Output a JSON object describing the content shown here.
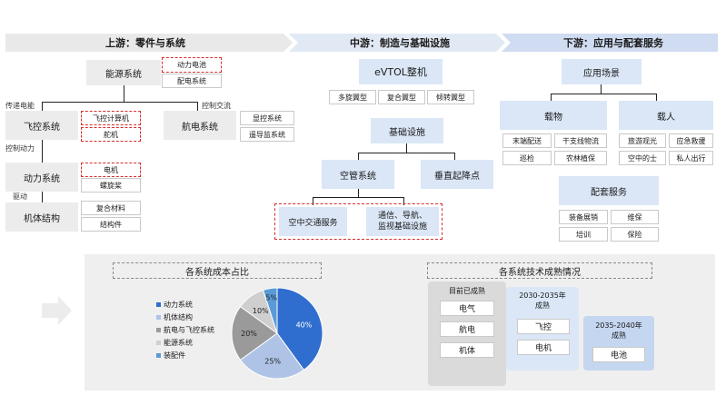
{
  "header": {
    "upstream": "上游：零件与系统",
    "midstream": "中游：制造与基础设施",
    "downstream": "下游：应用与配套服务"
  },
  "upstream": {
    "energy_system": "能源系统",
    "power_battery": "动力电池",
    "power_distribution": "配电系统",
    "label_transfer_energy": "传递电能",
    "label_control_exchange": "控制交流",
    "flight_control": "飞控系统",
    "flight_computer": "飞控计算机",
    "rudder": "舵机",
    "avionics": "航电系统",
    "display": "显控系统",
    "telemetry": "遥导监系统",
    "label_control_power": "控制动力",
    "power_system": "动力系统",
    "motor": "电机",
    "propeller": "螺旋桨",
    "label_drive": "驱动",
    "airframe": "机体结构",
    "composite": "复合材料",
    "structural_parts": "结构件"
  },
  "midstream": {
    "evtol": "eVTOL整机",
    "types": [
      "多旋翼型",
      "复合翼型",
      "倾转翼型"
    ],
    "infrastructure": "基础设施",
    "airspace_mgmt": "空管系统",
    "vertiport": "垂直起降点",
    "air_traffic": "空中交通服务",
    "comm_nav": "通信、导航、\n监视基础设施"
  },
  "downstream": {
    "scenarios": "应用场景",
    "cargo": "载物",
    "passenger": "载人",
    "cargo_items": [
      "末端配送",
      "干支线物流",
      "巡检",
      "农林植保"
    ],
    "passenger_items": [
      "旅游观光",
      "应急救援",
      "空中的士",
      "私人出行"
    ],
    "support_services": "配套服务",
    "support_items": [
      "装备展销",
      "维保",
      "培训",
      "保险"
    ]
  },
  "cost_panel": {
    "title": "各系统成本占比"
  },
  "maturity_panel": {
    "title": "各系统技术成熟情况",
    "stage1": {
      "title": "目前已成熟",
      "items": [
        "电气",
        "航电",
        "机体"
      ]
    },
    "stage2": {
      "title": "2030-2035年\n成熟",
      "items": [
        "飞控",
        "电机"
      ]
    },
    "stage3": {
      "title": "2035-2040年\n成熟",
      "items": [
        "电池"
      ]
    }
  },
  "colors": {
    "dark_blue": "#2f6ecf",
    "light_blue": "#aec3e6",
    "gray": "#9a9a9a",
    "light_gray": "#cfcfcf",
    "sky_blue": "#5b9bd5",
    "dash_red": "#d62e2e"
  },
  "chart_data": {
    "type": "pie",
    "title": "各系统成本占比",
    "categories": [
      "动力系统",
      "机体结构",
      "航电与飞控系统",
      "能源系统",
      "装配件"
    ],
    "values": [
      40,
      25,
      20,
      10,
      5
    ],
    "labels": [
      "40%",
      "25%",
      "20%",
      "10%",
      "5%"
    ],
    "legend_position": "left"
  }
}
